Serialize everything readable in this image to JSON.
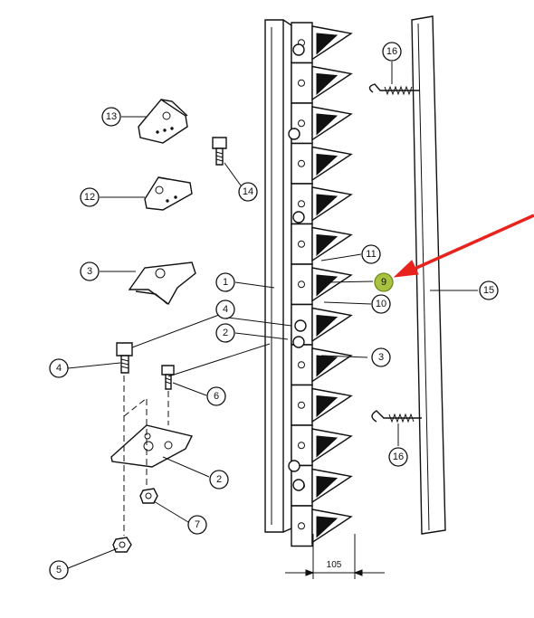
{
  "callouts": [
    {
      "id": "c16a",
      "label": "16"
    },
    {
      "id": "c13",
      "label": "13"
    },
    {
      "id": "c14",
      "label": "14"
    },
    {
      "id": "c12",
      "label": "12"
    },
    {
      "id": "c11",
      "label": "11"
    },
    {
      "id": "c9",
      "label": "9"
    },
    {
      "id": "c15",
      "label": "15"
    },
    {
      "id": "c3a",
      "label": "3"
    },
    {
      "id": "c1",
      "label": "1"
    },
    {
      "id": "c10",
      "label": "10"
    },
    {
      "id": "c4a",
      "label": "4"
    },
    {
      "id": "c2a",
      "label": "2"
    },
    {
      "id": "c3b",
      "label": "3"
    },
    {
      "id": "c4b",
      "label": "4"
    },
    {
      "id": "c6",
      "label": "6"
    },
    {
      "id": "c16b",
      "label": "16"
    },
    {
      "id": "c2b",
      "label": "2"
    },
    {
      "id": "c7",
      "label": "7"
    },
    {
      "id": "c5",
      "label": "5"
    }
  ],
  "dimension": {
    "label": "105"
  },
  "highlight": {
    "callout": "9",
    "color": "#a9c23f"
  },
  "arrow": {
    "color": "#e8231e"
  }
}
